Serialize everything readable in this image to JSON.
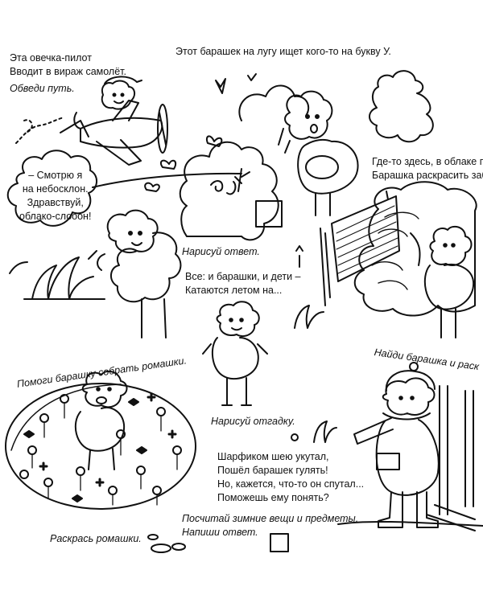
{
  "page": {
    "pilot_rhyme": [
      "Эта овечка-пилот",
      "Вводит в вираж самолёт."
    ],
    "pilot_task": "Обведи путь.",
    "meadow_text": "Этот барашек на лугу ищет кого-то на букву У.",
    "speech_bubble": [
      "– Смотрю я",
      "на  небосклон.",
      "Здравствуй,",
      "облако-слооон!"
    ],
    "cloud_hide_text": [
      "Где-то здесь, в облаке п",
      "Барашка раскрасить заб"
    ],
    "draw_answer_1": "Нарисуй ответ.",
    "riddle": [
      "Все: и барашки, и дети –",
      "Катаются летом на..."
    ],
    "find_sheep": "Найди барашка и раск",
    "daisies_task": "Помоги барашку собрать ромашки.",
    "draw_riddle_answer": "Нарисуй отгадку.",
    "scarf_rhyme": [
      "Шарфиком шею укутал,",
      "Пошёл барашек гулять!",
      "Но, кажется, что-то он спутал...",
      "Поможешь ему понять?"
    ],
    "color_daisies": "Раскрась ромашки.",
    "winter_task": [
      "Посчитай зимние вещи и предметы.",
      "Напиши ответ."
    ]
  },
  "colors": {
    "ink": "#111111",
    "paper": "#ffffff"
  }
}
